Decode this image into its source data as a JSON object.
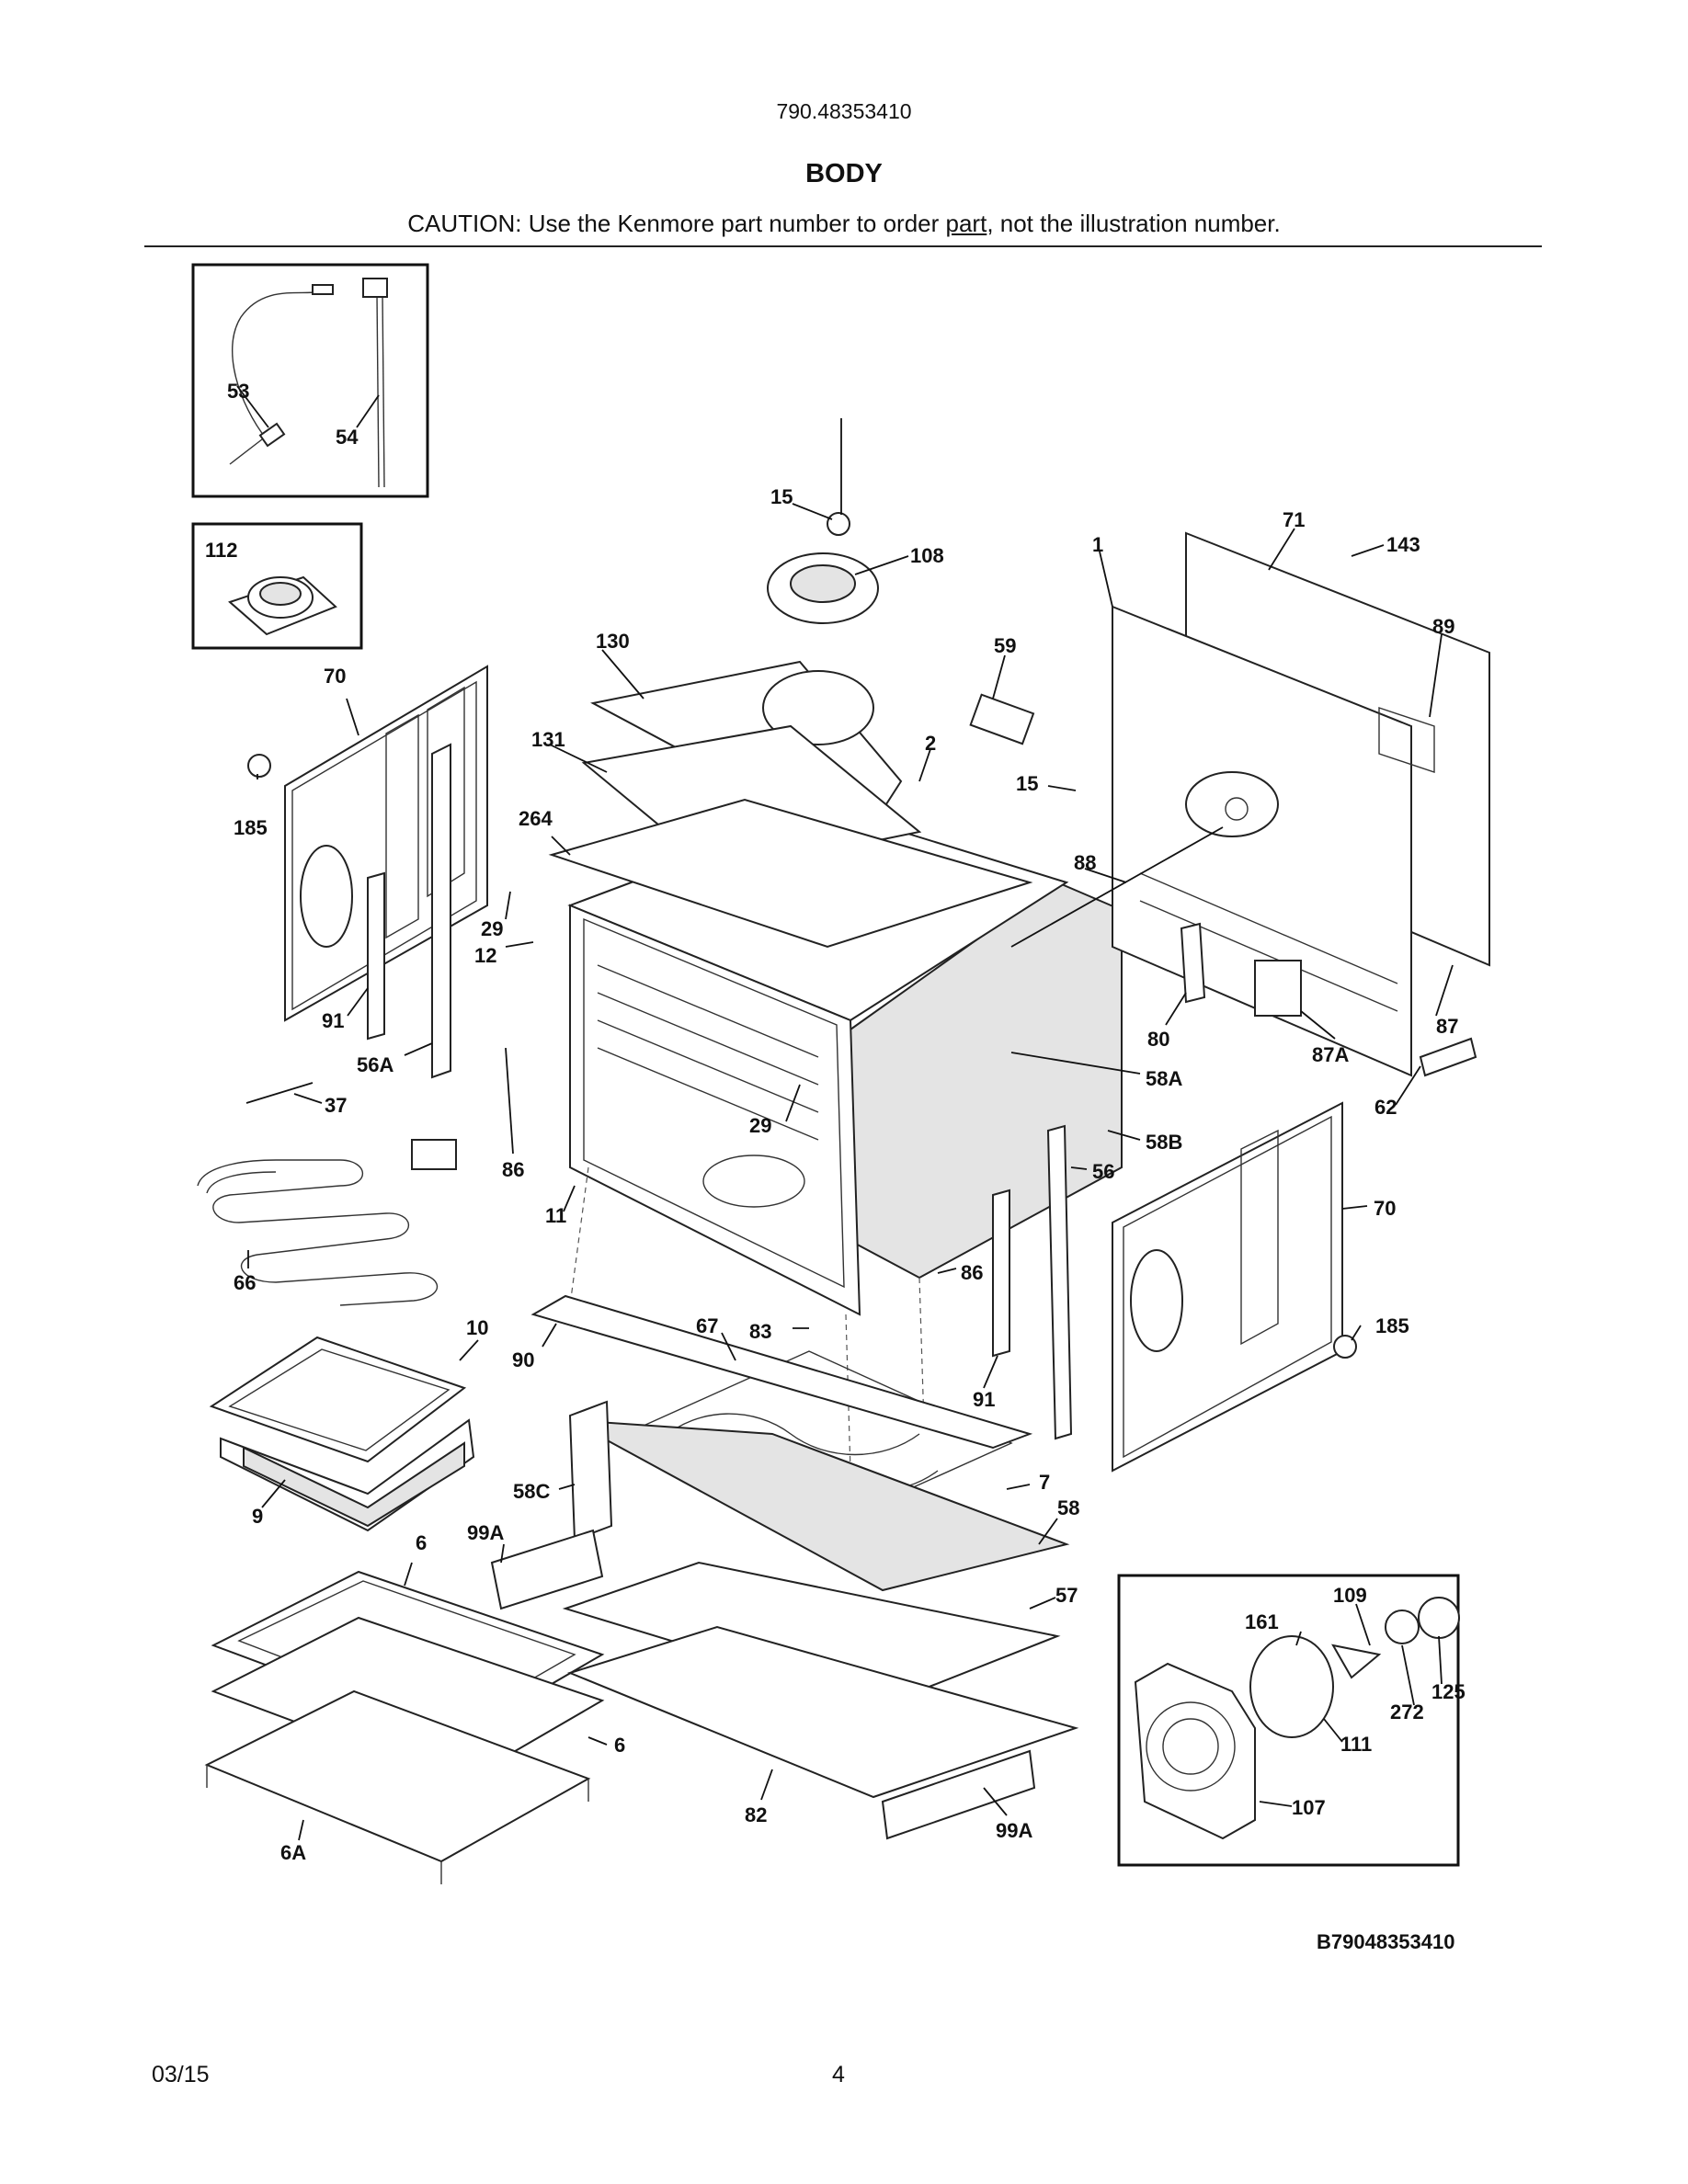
{
  "header": {
    "model_number": "790.48353410",
    "section_title": "BODY",
    "caution_before": "CAUTION: Use the Kenmore part number to order ",
    "caution_underlined": "part",
    "caution_after": ", not the illustration number."
  },
  "callouts": {
    "c53": "53",
    "c54": "54",
    "c112": "112",
    "c15a": "15",
    "c108": "108",
    "c1": "1",
    "c71": "71",
    "c143": "143",
    "c89": "89",
    "c130": "130",
    "c59": "59",
    "c70a": "70",
    "c185a": "185",
    "c131": "131",
    "c2": "2",
    "c15b": "15",
    "c264": "264",
    "c88": "88",
    "c29a": "29",
    "c12": "12",
    "c91a": "91",
    "c56A": "56A",
    "c37": "37",
    "c80": "80",
    "c87A": "87A",
    "c87": "87",
    "c58A": "58A",
    "c62": "62",
    "c29b": "29",
    "c58B": "58B",
    "c86a": "86",
    "c56": "56",
    "c11": "11",
    "c70b": "70",
    "c66": "66",
    "c86b": "86",
    "c10": "10",
    "c90": "90",
    "c67": "67",
    "c83": "83",
    "c185b": "185",
    "c91b": "91",
    "c58C": "58C",
    "c7": "7",
    "c9": "9",
    "c99Aa": "99A",
    "c58": "58",
    "c6a": "6",
    "c57": "57",
    "c109": "109",
    "c161": "161",
    "c125": "125",
    "c272": "272",
    "c111": "111",
    "c6b": "6",
    "c82": "82",
    "c99Ab": "99A",
    "c107": "107",
    "c6A": "6A"
  },
  "footer": {
    "diagram_code": "B79048353410",
    "date": "03/15",
    "page_number": "4"
  }
}
